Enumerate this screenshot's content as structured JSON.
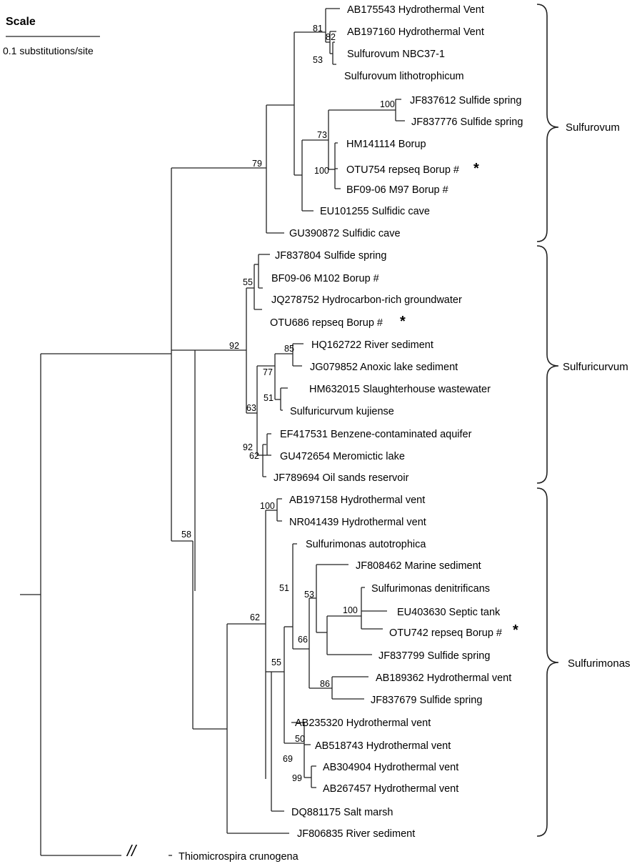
{
  "scale": {
    "title": "Scale",
    "label": "0.1 substitutions/site"
  },
  "break_mark": "//",
  "tips": [
    "AB175543 Hydrothermal Vent",
    "AB197160  Hydrothermal Vent",
    "Sulfurovum NBC37-1",
    "Sulfurovum lithotrophicum",
    "JF837612  Sulfide spring",
    "JF837776  Sulfide spring",
    "HM141114  Borup",
    "OTU754 repseq  Borup #",
    "BF09-06 M97  Borup #",
    "EU101255  Sulfidic cave",
    "GU390872  Sulfidic cave",
    "JF837804  Sulfide spring",
    "BF09-06 M102  Borup  #",
    "JQ278752  Hydrocarbon-rich groundwater",
    "OTU686 repseq  Borup  #",
    "HQ162722  River sediment",
    "JG079852  Anoxic lake sediment",
    "HM632015  Slaughterhouse wastewater",
    "Sulfuricurvum kujiense",
    "EF417531  Benzene-contaminated aquifer",
    "GU472654  Meromictic lake",
    "JF789694  Oil sands reservoir",
    "AB197158  Hydrothermal vent",
    "NR041439  Hydrothermal vent",
    "Sulfurimonas autotrophica",
    "JF808462  Marine sediment",
    "Sulfurimonas denitrificans",
    "EU403630  Septic tank",
    "OTU742 repseq Borup #",
    "JF837799  Sulfide spring",
    "AB189362  Hydrothermal vent",
    "JF837679  Sulfide spring",
    "AB235320  Hydrothermal vent",
    "AB518743  Hydrothermal vent",
    "AB304904  Hydrothermal vent",
    "AB267457  Hydrothermal vent",
    "DQ881175  Salt marsh",
    "JF806835  River sediment",
    "Thiomicrospira crunogena"
  ],
  "bootstrap": [
    "81",
    "82",
    "53",
    "100",
    "73",
    "100",
    "79",
    "55",
    "85",
    "77",
    "51",
    "92",
    "63",
    "92",
    "62",
    "100",
    "53",
    "100",
    "51",
    "66",
    "86",
    "55",
    "62",
    "50",
    "69",
    "99",
    "58"
  ],
  "asterisk": "*",
  "clades": [
    "Sulfurovum",
    "Sulfuricurvum",
    "Sulfurimonas"
  ]
}
